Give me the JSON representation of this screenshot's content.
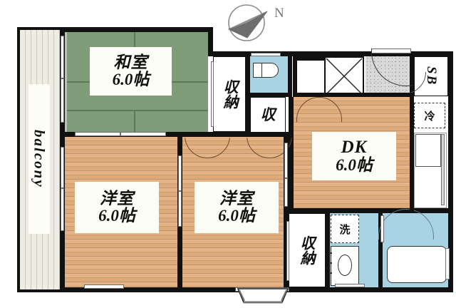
{
  "plan": {
    "type": "japanese-apartment-floor-plan",
    "compass": {
      "label": "N",
      "direction": "north-east"
    },
    "balcony": {
      "label": "balcony"
    },
    "rooms": [
      {
        "id": "washitsu",
        "name": "和室",
        "size": "6.0帖",
        "floor": "tatami"
      },
      {
        "id": "yoshitsu1",
        "name": "洋室",
        "size": "6.0帖",
        "floor": "wood"
      },
      {
        "id": "yoshitsu2",
        "name": "洋室",
        "size": "6.0帖",
        "floor": "wood"
      },
      {
        "id": "dk",
        "name": "DK",
        "size": "6.0帖",
        "floor": "wood"
      }
    ],
    "storage": [
      {
        "id": "closet-top",
        "label": "収納"
      },
      {
        "id": "closet-mid",
        "label": "収"
      },
      {
        "id": "closet-bottom",
        "label": "収納"
      }
    ],
    "fixtures": [
      {
        "id": "shoe-box",
        "label": "SB"
      },
      {
        "id": "refrigerator",
        "label": "冷"
      },
      {
        "id": "washer",
        "label": "洗"
      }
    ],
    "colors": {
      "tatami": "#7f9c78",
      "wood": "#dcab7c",
      "water": "#a9d2e2",
      "wall": "#111111",
      "genkan": "#d9d9d9",
      "balcony": "#efece4"
    }
  }
}
